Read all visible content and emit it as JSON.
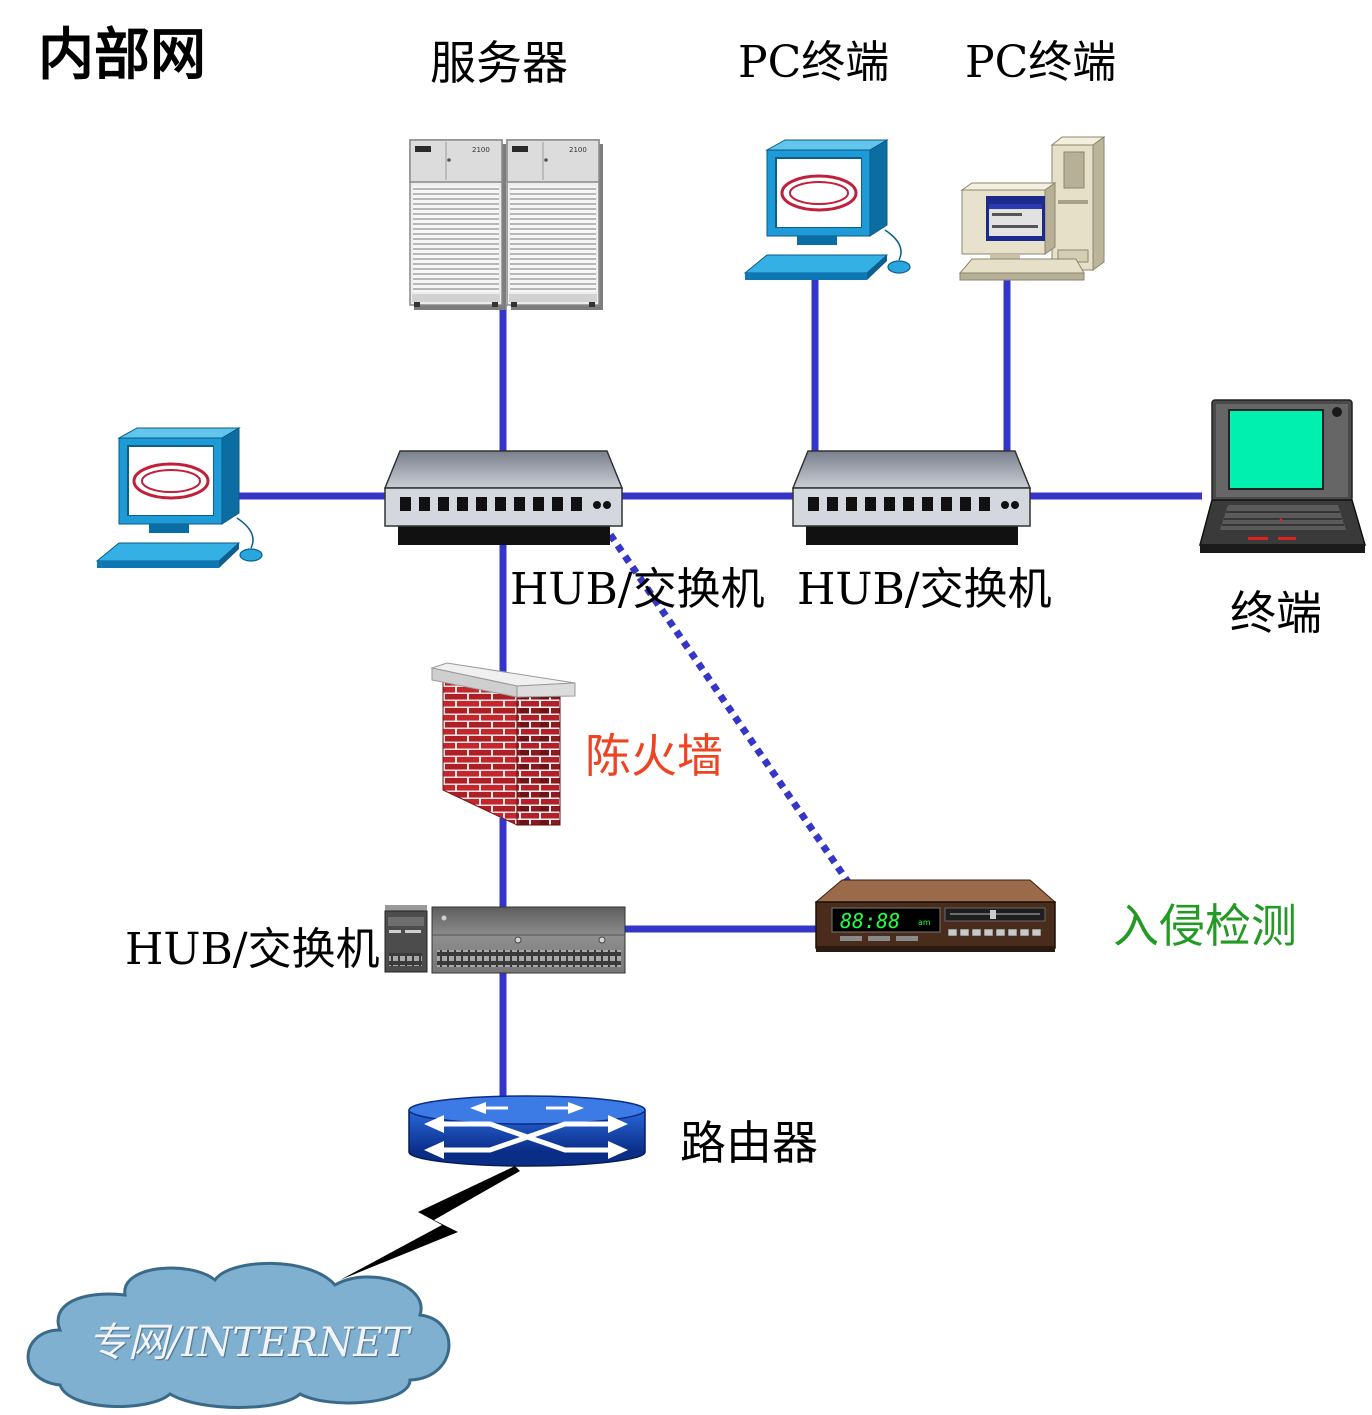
{
  "title": "内部网",
  "labels": {
    "server": "服务器",
    "pc_terminal_1": "PC终端",
    "pc_terminal_2": "PC终端",
    "hub_1": "HUB/交换机",
    "hub_2": "HUB/交换机",
    "hub_3": "HUB/交换机",
    "terminal": "终端",
    "firewall": "陈火墙",
    "ids": "入侵检测",
    "router": "路由器",
    "internet": "专网/INTERNET"
  },
  "devices": {
    "server_model": "2100",
    "ids_display": "88:88",
    "ids_display_suffix": "am"
  },
  "colors": {
    "link": "#3535c8",
    "firewall_label": "#ee4422",
    "ids_label": "#239a23",
    "cloud": "#80b0d0"
  }
}
